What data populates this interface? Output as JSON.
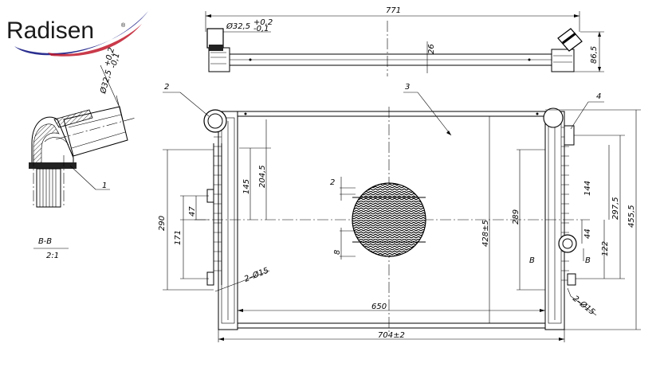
{
  "brand": {
    "name": "Radisen",
    "trademark": "®",
    "swoosh_color": "#2b2f8f",
    "accent_color": "#c0182a"
  },
  "section": {
    "label": "B-B",
    "scale": "2:1",
    "outlet_dim": "Ø32,5",
    "tol_plus": "+0,2",
    "tol_minus": "-0,1",
    "callout": "1"
  },
  "top_view": {
    "overall_width": "771",
    "pipe_dim": "Ø32,5",
    "tol_plus": "+0,2",
    "tol_minus": "-0,1",
    "depth": "26",
    "height": "86,5"
  },
  "front_view": {
    "callout_2": "2",
    "callout_3": "3",
    "callout_4": "4",
    "left_dims": [
      "290",
      "47",
      "171"
    ],
    "inner_left_dims": [
      "145",
      "204,5"
    ],
    "fin_pitch": "2",
    "fin_height": "8",
    "core_height": "428±5",
    "mid_dims": [
      "289",
      "144",
      "44",
      "122"
    ],
    "right_dims": [
      "297,5",
      "455,5"
    ],
    "core_width": "650",
    "overall_width": "704±2",
    "hole_left": "2–Ø15",
    "hole_right": "2–Ø15",
    "section_mark": "B"
  }
}
